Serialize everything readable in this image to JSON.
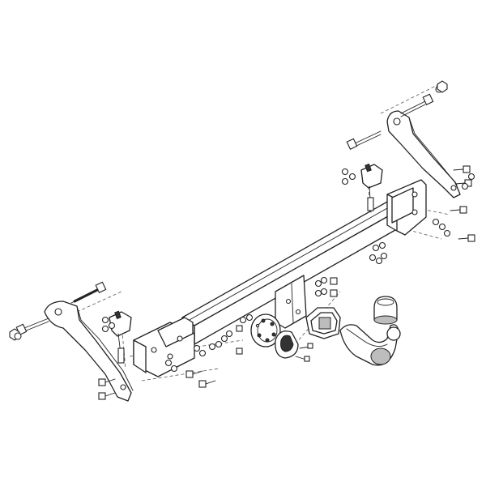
{
  "diagram": {
    "type": "exploded-assembly",
    "subject": "tow bar",
    "colors": {
      "background": "#ffffff",
      "line": "#222222",
      "fill_light": "#ffffff",
      "fill_mid": "#bdbdbd",
      "fill_dark": "#333333"
    },
    "parts": [
      "crossbar",
      "left-side-bracket",
      "right-side-bracket",
      "left-mounting-plate",
      "right-mounting-plate",
      "center-mounting-plate",
      "left-clamp",
      "right-clamp",
      "bolts",
      "nuts",
      "washers",
      "electrical-socket",
      "socket-cover",
      "ball-housing",
      "tow-ball-neck",
      "ball-cap"
    ]
  }
}
